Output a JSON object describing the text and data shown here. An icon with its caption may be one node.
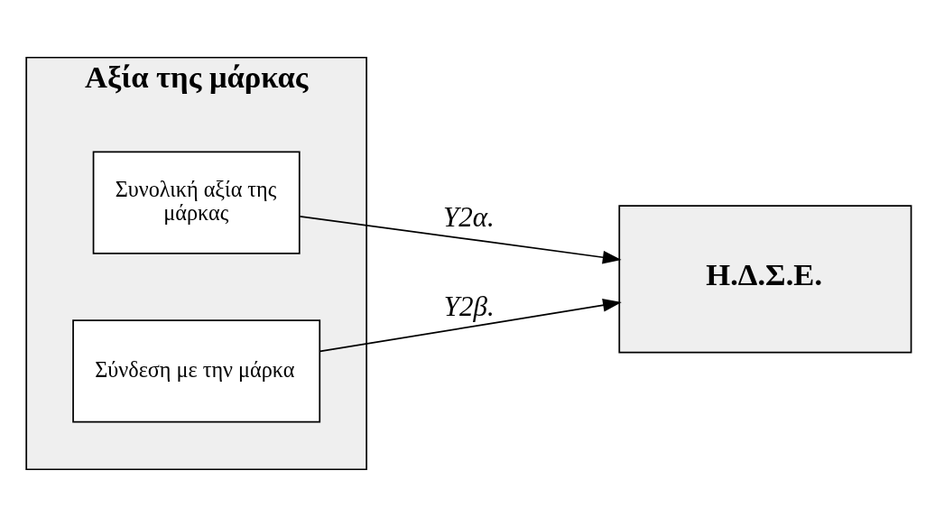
{
  "diagram": {
    "nodes": [
      {
        "text": [
          "Αξία της μάρκας"
        ]
      },
      {
        "text": [
          "Συνολική αξία της μάρκας"
        ],
        "in": 0
      },
      {
        "text": [
          "Σύνδεση με την μάρκα"
        ],
        "in": 0
      },
      {
        "text": [
          "Η.Δ.Σ.Ε."
        ]
      }
    ],
    "edges": [
      {
        "from": 1,
        "to": 3,
        "arrow": "to",
        "label": "Y2α."
      },
      {
        "from": 2,
        "to": 3,
        "arrow": "to",
        "label": "Y2β."
      }
    ]
  }
}
